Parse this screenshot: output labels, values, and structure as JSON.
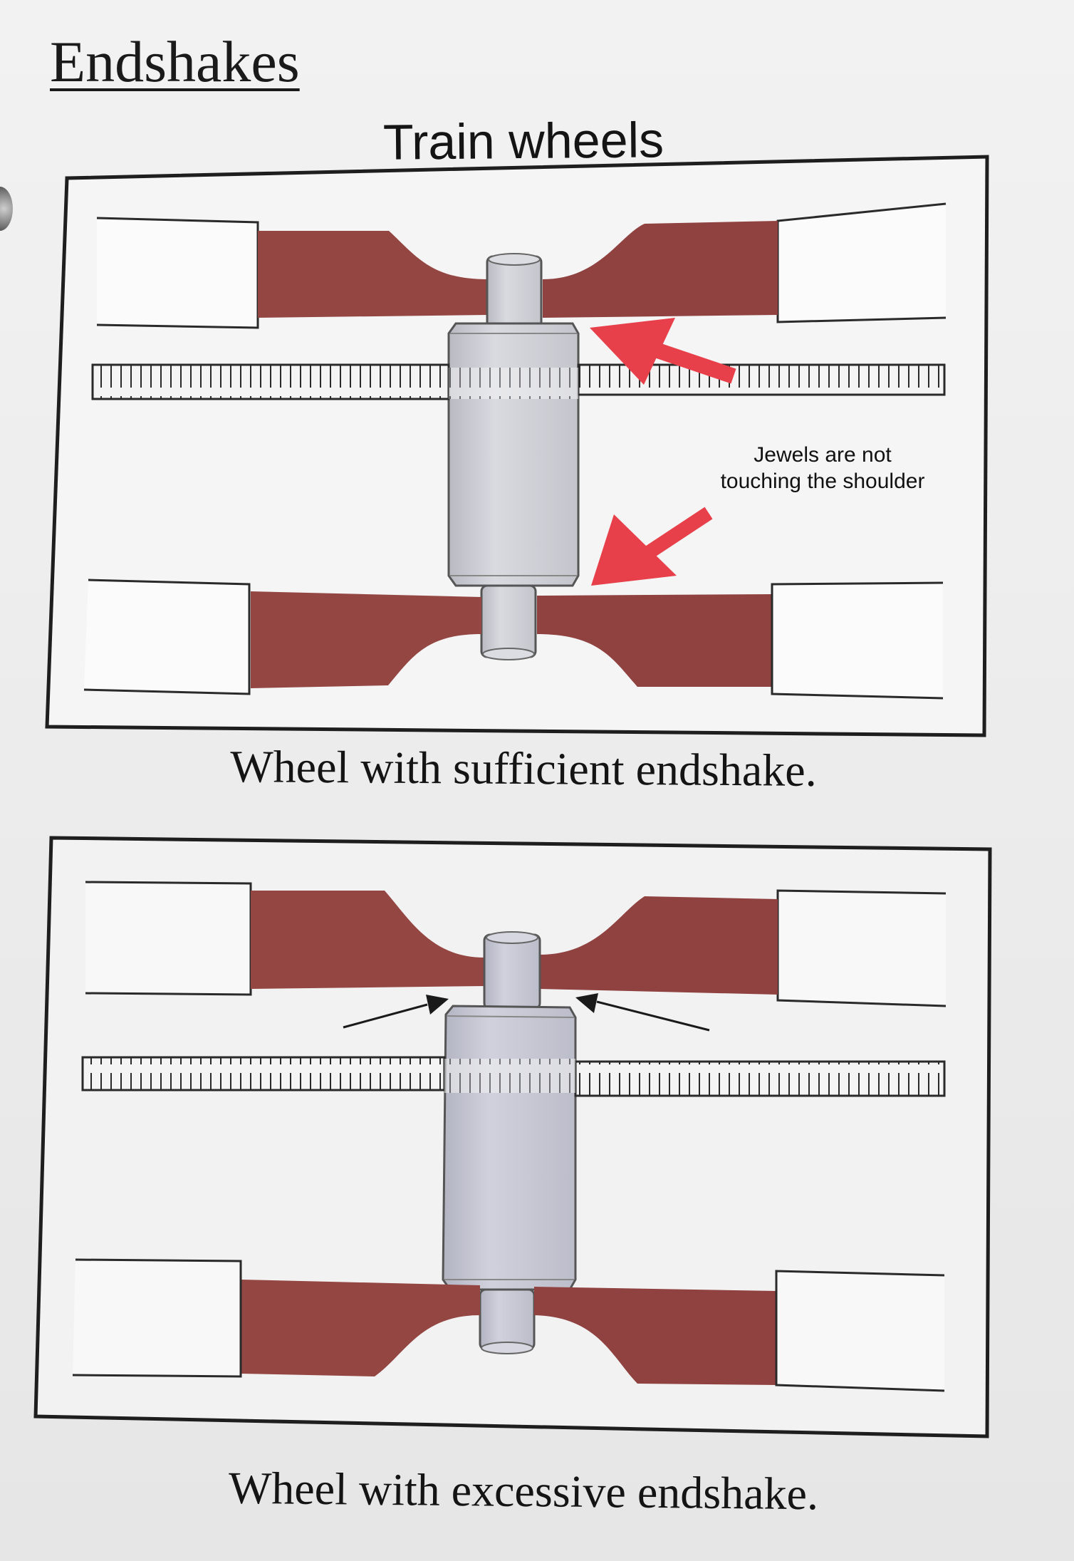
{
  "page": {
    "title": "Endshakes",
    "section_title": "Train wheels"
  },
  "diagram_1": {
    "caption": "Wheel with sufficient endshake.",
    "annotation_line1": "Jewels are not",
    "annotation_line2": "touching the shoulder"
  },
  "diagram_2": {
    "caption": "Wheel with excessive endshake."
  },
  "colors": {
    "jewel_setting": "#944642",
    "arbor": "#cfd0d6",
    "frame": "#222222",
    "pointer_arrow": "#e8404a",
    "background": "#ededed"
  }
}
